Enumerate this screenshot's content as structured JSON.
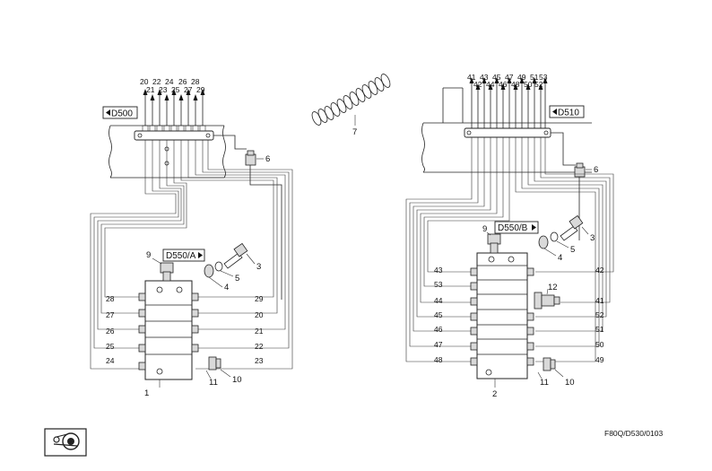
{
  "title": "",
  "footer": {
    "code": "F80Q/D530/0103"
  },
  "left_assembly": {
    "ref_tag": "D500",
    "valve_tag": "D550/A",
    "block_number": "1",
    "top_labels_upper": [
      "20",
      "22",
      "24",
      "26",
      "28"
    ],
    "top_labels_lower": [
      "21",
      "23",
      "25",
      "27",
      "29"
    ],
    "left_side": [
      "28",
      "27",
      "26",
      "25",
      "24"
    ],
    "right_side": [
      "29",
      "20",
      "21",
      "22",
      "23"
    ],
    "parts": {
      "fitting": "6",
      "bolt": "3",
      "washer_a": "4",
      "washer_b": "5",
      "valve": "9",
      "plug_a": "11",
      "plug_b": "10"
    }
  },
  "right_assembly": {
    "ref_tag": "D510",
    "valve_tag": "D550/B",
    "block_number": "2",
    "top_labels_upper": [
      "41",
      "43",
      "45",
      "47",
      "49",
      "51",
      "53"
    ],
    "top_labels_lower": [
      "42",
      "44",
      "46",
      "48",
      "50",
      "52"
    ],
    "left_side": [
      "43",
      "53",
      "44",
      "45",
      "46",
      "47",
      "48"
    ],
    "right_side": [
      "42",
      "41",
      "52",
      "51",
      "50",
      "49"
    ],
    "parts": {
      "fitting": "6",
      "bolt": "3",
      "washer_a": "4",
      "washer_b": "5",
      "valve": "9",
      "plug_a": "11",
      "plug_b": "10",
      "connector": "12"
    }
  },
  "spring": {
    "number": "7"
  },
  "icons": [
    "arrow-left-icon",
    "arrow-right-icon",
    "machine-symbol-icon"
  ]
}
